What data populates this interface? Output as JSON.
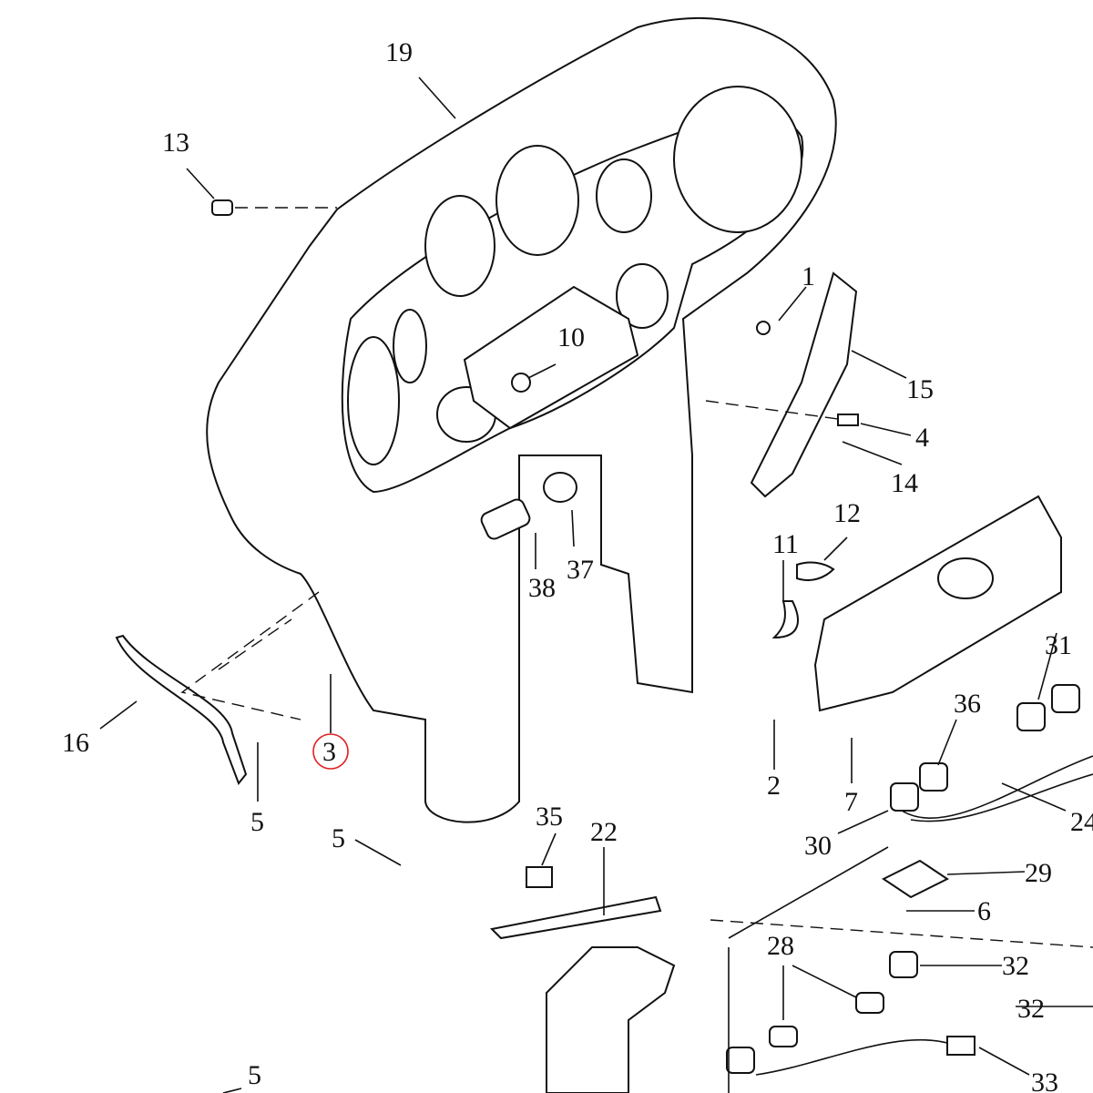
{
  "callouts": {
    "c19": "19",
    "c13": "13",
    "c1": "1",
    "c10": "10",
    "c15": "15",
    "c4": "4",
    "c14": "14",
    "c12": "12",
    "c11": "11",
    "c38": "38",
    "c37": "37",
    "c16": "16",
    "c3": "3",
    "c5a": "5",
    "c31": "31",
    "c36": "36",
    "c2": "2",
    "c7": "7",
    "c24": "24",
    "c30": "30",
    "c29": "29",
    "c35": "35",
    "c22": "22",
    "c5b": "5",
    "c6": "6",
    "c28": "28",
    "c32a": "32",
    "c32b": "32",
    "c33": "33",
    "c5c": "5"
  },
  "highlight": {
    "callout": "3",
    "color": "#e02020"
  }
}
